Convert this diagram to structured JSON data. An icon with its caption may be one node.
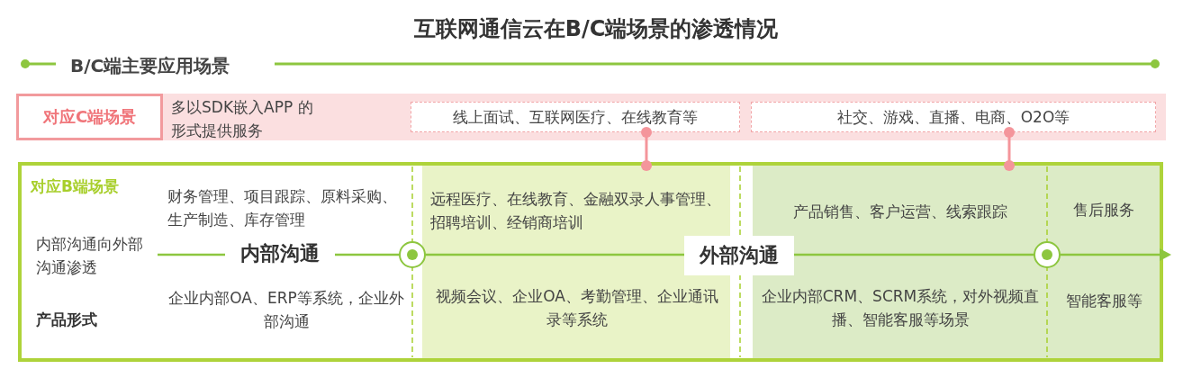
{
  "diagram": {
    "title": "互联网通信云在B/C端场景的渗透情况",
    "nodes": [
      {
        "text": [
          "多以SDK嵌入APP 的形式提供服务"
        ]
      },
      {
        "text": [
          "对应C端场景"
        ],
        "in": 0
      },
      {
        "text": [
          "线上面试、互联网医疗、在线教育等"
        ],
        "in": 0
      },
      {
        "text": [
          "社交、游戏、直播、电商、O2O等"
        ],
        "in": 0
      },
      {
        "text": [
          "对应B端场景",
          "内部沟通向外部沟通渗透",
          "产品形式",
          "财务管理、项目跟踪、原料采购、生产制造、库存管理",
          "企业内部OA、ERP等系统，企业外部沟通"
        ]
      },
      {
        "text": [
          "远程医疗、在线教育、金融双录人事管理、招聘培训、经销商培训",
          "视频会议、企业OA、考勤管理、企业通讯录等系统"
        ],
        "in": 4
      },
      {
        "text": [
          "产品销售、客户运营、线索跟踪",
          "企业内部CRM、SCRM系统，对外视频直播、智能客服等场景"
        ],
        "in": 4
      },
      {
        "text": [
          "售后服务",
          "智能客服等"
        ],
        "in": 4
      }
    ],
    "edges": [
      {
        "from": 2,
        "to": 5,
        "arrow": "other"
      },
      {
        "from": 3,
        "to": 6,
        "arrow": "other"
      }
    ],
    "labels": [
      "B/C端主要应用场景",
      "内部沟通",
      "外部沟通"
    ]
  }
}
